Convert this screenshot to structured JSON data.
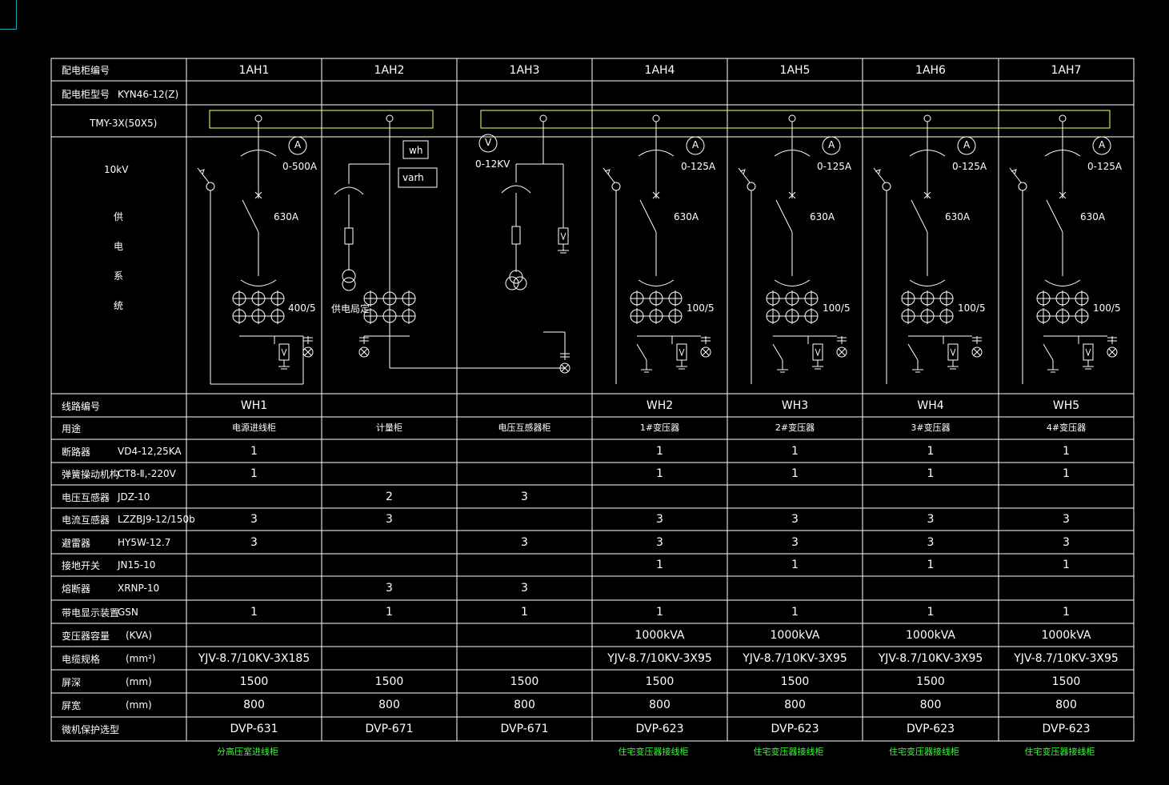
{
  "header": {
    "cabinet_no_label": "配电柜编号",
    "model_label": "配电柜型号",
    "model_value": "KYN46-12(Z)",
    "busbar_label": "TMY-3X(50X5)",
    "system_label_voltage": "10kV",
    "system_label_chars": [
      "供",
      "电",
      "系",
      "统"
    ]
  },
  "cabinets": [
    "1AH1",
    "1AH2",
    "1AH3",
    "1AH4",
    "1AH5",
    "1AH6",
    "1AH7"
  ],
  "diagram": {
    "ammeter": "A",
    "voltmeter": "V",
    "ammeter_range_1": "0-500A",
    "ammeter_range_other": "0-125A",
    "voltmeter_range": "0-12KV",
    "switch_rating": "630A",
    "ct_ratio_1": "400/5",
    "ct_ratio_other": "100/5",
    "meter_wh": "wh",
    "meter_varh": "varh",
    "supply_bureau": "供电局定"
  },
  "rows": [
    {
      "label": "线路编号",
      "spec": "",
      "values": [
        "WH1",
        "",
        "",
        "WH2",
        "WH3",
        "WH4",
        "WH5"
      ]
    },
    {
      "label": "用途",
      "spec": "",
      "values": [
        "电源进线柜",
        "计量柜",
        "电压互感器柜",
        "1#变压器",
        "2#变压器",
        "3#变压器",
        "4#变压器"
      ]
    },
    {
      "label": "断路器",
      "spec": "VD4-12,25KA",
      "values": [
        "1",
        "",
        "",
        "1",
        "1",
        "1",
        "1"
      ]
    },
    {
      "label": "弹簧操动机构",
      "spec": "CT8-Ⅱ,-220V",
      "values": [
        "1",
        "",
        "",
        "1",
        "1",
        "1",
        "1"
      ]
    },
    {
      "label": "电压互感器",
      "spec": "JDZ-10",
      "values": [
        "",
        "2",
        "3",
        "",
        "",
        "",
        ""
      ]
    },
    {
      "label": "电流互感器",
      "spec": "LZZBJ9-12/150b",
      "values": [
        "3",
        "3",
        "",
        "3",
        "3",
        "3",
        "3"
      ]
    },
    {
      "label": "避雷器",
      "spec": "HY5W-12.7",
      "values": [
        "3",
        "",
        "3",
        "3",
        "3",
        "3",
        "3"
      ]
    },
    {
      "label": "接地开关",
      "spec": "JN15-10",
      "values": [
        "",
        "",
        "",
        "1",
        "1",
        "1",
        "1"
      ]
    },
    {
      "label": "熔断器",
      "spec": "XRNP-10",
      "values": [
        "",
        "3",
        "3",
        "",
        "",
        "",
        ""
      ]
    },
    {
      "label": "带电显示装置",
      "spec": "GSN",
      "values": [
        "1",
        "1",
        "1",
        "1",
        "1",
        "1",
        "1"
      ]
    },
    {
      "label": "变压器容量",
      "spec": "(KVA)",
      "values": [
        "",
        "",
        "",
        "1000kVA",
        "1000kVA",
        "1000kVA",
        "1000kVA"
      ]
    },
    {
      "label": "电缆规格",
      "spec": "(mm²)",
      "values": [
        "YJV-8.7/10KV-3X185",
        "",
        "",
        "YJV-8.7/10KV-3X95",
        "YJV-8.7/10KV-3X95",
        "YJV-8.7/10KV-3X95",
        "YJV-8.7/10KV-3X95"
      ]
    },
    {
      "label": "屏深",
      "spec": "(mm)",
      "values": [
        "1500",
        "1500",
        "1500",
        "1500",
        "1500",
        "1500",
        "1500"
      ]
    },
    {
      "label": "屏宽",
      "spec": "(mm)",
      "values": [
        "800",
        "800",
        "800",
        "800",
        "800",
        "800",
        "800"
      ]
    },
    {
      "label": "微机保护选型",
      "spec": "",
      "values": [
        "DVP-631",
        "DVP-671",
        "DVP-671",
        "DVP-623",
        "DVP-623",
        "DVP-623",
        "DVP-623"
      ]
    }
  ],
  "footer_notes": [
    "分高压室进线柜",
    "",
    "",
    "住宅变压器接线柜",
    "住宅变压器接线柜",
    "住宅变压器接线柜",
    "住宅变压器接线柜"
  ],
  "colors": {
    "background": "#000000",
    "lines": "#ffffff",
    "busbar": "#ffff66",
    "notes": "#33ff33"
  }
}
